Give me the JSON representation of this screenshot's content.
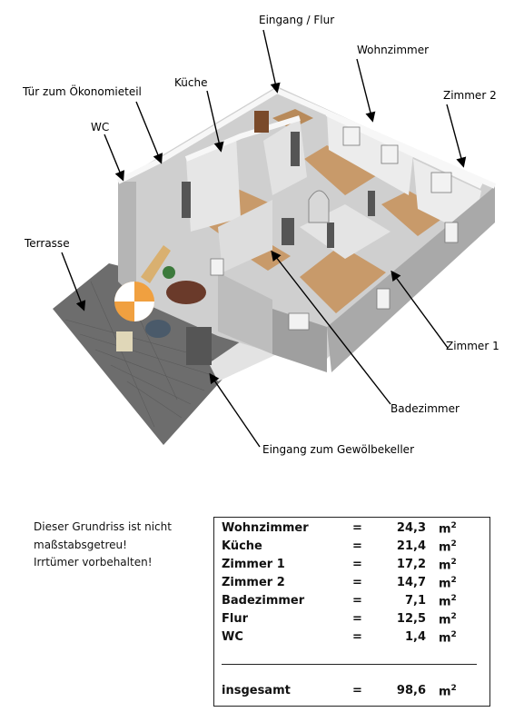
{
  "labels": {
    "eingang_flur": "Eingang / Flur",
    "wohnzimmer": "Wohnzimmer",
    "zimmer2": "Zimmer 2",
    "kueche": "Küche",
    "tuer_oekonomieteil": "Tür zum Ökonomieteil",
    "wc": "WC",
    "terrasse": "Terrasse",
    "zimmer1": "Zimmer 1",
    "badezimmer": "Badezimmer",
    "gewoelbekeller": "Eingang zum Gewölbekeller"
  },
  "note": {
    "line1": "Dieser Grundriss ist nicht",
    "line2": "maßstabsgetreu!",
    "line3": "Irrtümer vorbehalten!"
  },
  "area_table": {
    "rows": [
      {
        "name": "Wohnzimmer",
        "eq": "=",
        "value": "24,3",
        "unit": "m",
        "exp": "2"
      },
      {
        "name": "Küche",
        "eq": "=",
        "value": "21,4",
        "unit": "m",
        "exp": "2"
      },
      {
        "name": "Zimmer 1",
        "eq": "=",
        "value": "17,2",
        "unit": "m",
        "exp": "2"
      },
      {
        "name": "Zimmer 2",
        "eq": "=",
        "value": "14,7",
        "unit": "m",
        "exp": "2"
      },
      {
        "name": "Badezimmer",
        "eq": "=",
        "value": "7,1",
        "unit": "m",
        "exp": "2"
      },
      {
        "name": "Flur",
        "eq": "=",
        "value": "12,5",
        "unit": "m",
        "exp": "2"
      },
      {
        "name": "WC",
        "eq": "=",
        "value": "1,4",
        "unit": "m",
        "exp": "2"
      }
    ],
    "total": {
      "name": "insgesamt",
      "eq": "=",
      "value": "98,6",
      "unit": "m",
      "exp": "2"
    }
  }
}
